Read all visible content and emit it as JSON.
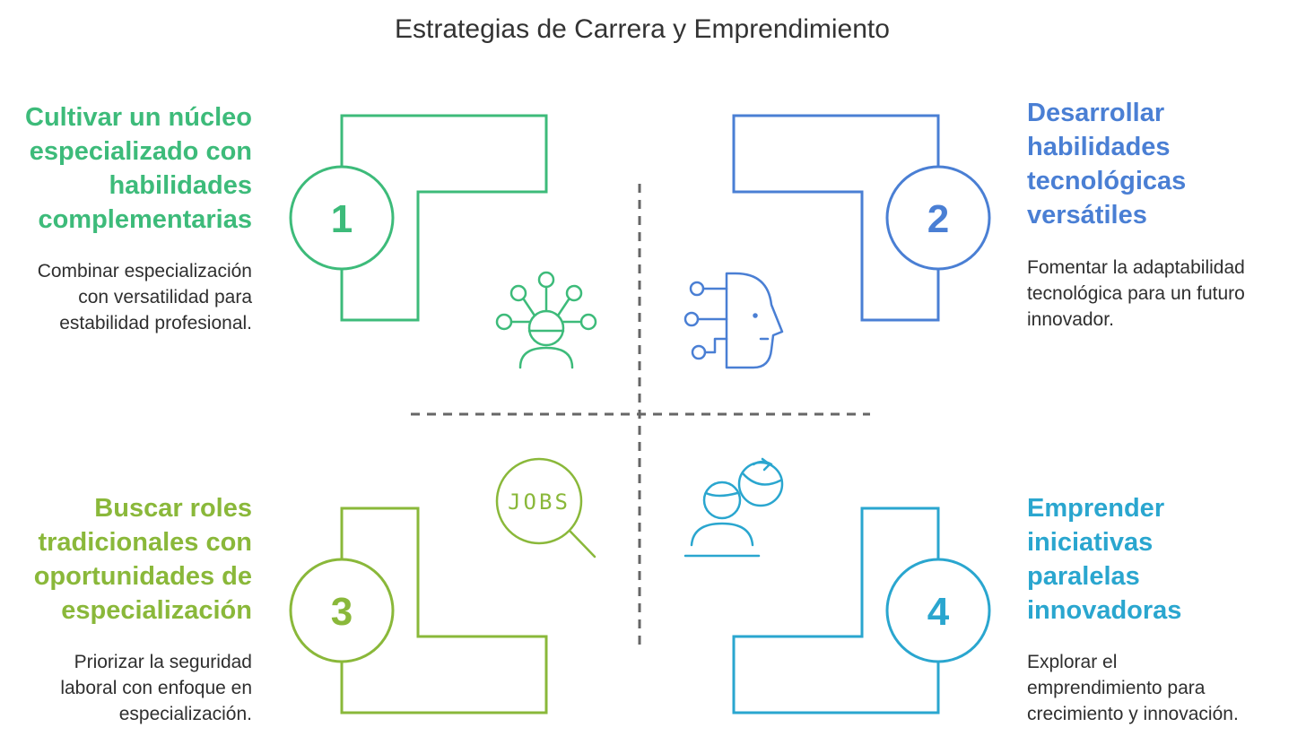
{
  "title": "Estrategias de Carrera y Emprendimiento",
  "colors": {
    "green": "#3dbb7a",
    "blue": "#4a7fd4",
    "lime": "#8ab83a",
    "cyan": "#2aa6cf",
    "divider": "#666666"
  },
  "quadrants": [
    {
      "number": "1",
      "heading_lines": [
        "Cultivar un núcleo",
        "especializado con",
        "habilidades",
        "complementarias"
      ],
      "desc_lines": [
        "Combinar especialización",
        "con versatilidad para",
        "estabilidad profesional."
      ],
      "icon": "networked-person-icon"
    },
    {
      "number": "2",
      "heading_lines": [
        "Desarrollar",
        "habilidades",
        "tecnológicas",
        "versátiles"
      ],
      "desc_lines": [
        "Fomentar la adaptabilidad",
        "tecnológica para un futuro",
        "innovador."
      ],
      "icon": "ai-head-icon"
    },
    {
      "number": "3",
      "heading_lines": [
        "Buscar roles",
        "tradicionales con",
        "oportunidades de",
        "especialización"
      ],
      "desc_lines": [
        "Priorizar la seguridad",
        "laboral con enfoque en",
        "especialización."
      ],
      "icon": "jobs-search-icon",
      "icon_text": "JOBS"
    },
    {
      "number": "4",
      "heading_lines": [
        "Emprender",
        "iniciativas",
        "paralelas",
        "innovadoras"
      ],
      "desc_lines": [
        "Explorar el",
        "emprendimiento para",
        "crecimiento y innovación."
      ],
      "icon": "person-globe-icon"
    }
  ]
}
